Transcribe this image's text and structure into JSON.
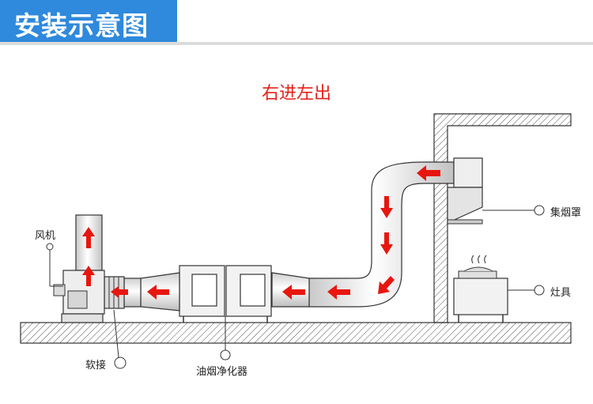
{
  "header": {
    "title": "安装示意图"
  },
  "diagram": {
    "subtitle": "右进左出",
    "labels": {
      "fan": "风机",
      "soft_joint": "软接",
      "purifier": "油烟净化器",
      "hood": "集烟罩",
      "stove": "灶具"
    },
    "colors": {
      "banner": "#2f89dc",
      "arrow": "#e8160e",
      "subtitle": "#e3221b",
      "line": "#222222"
    }
  }
}
